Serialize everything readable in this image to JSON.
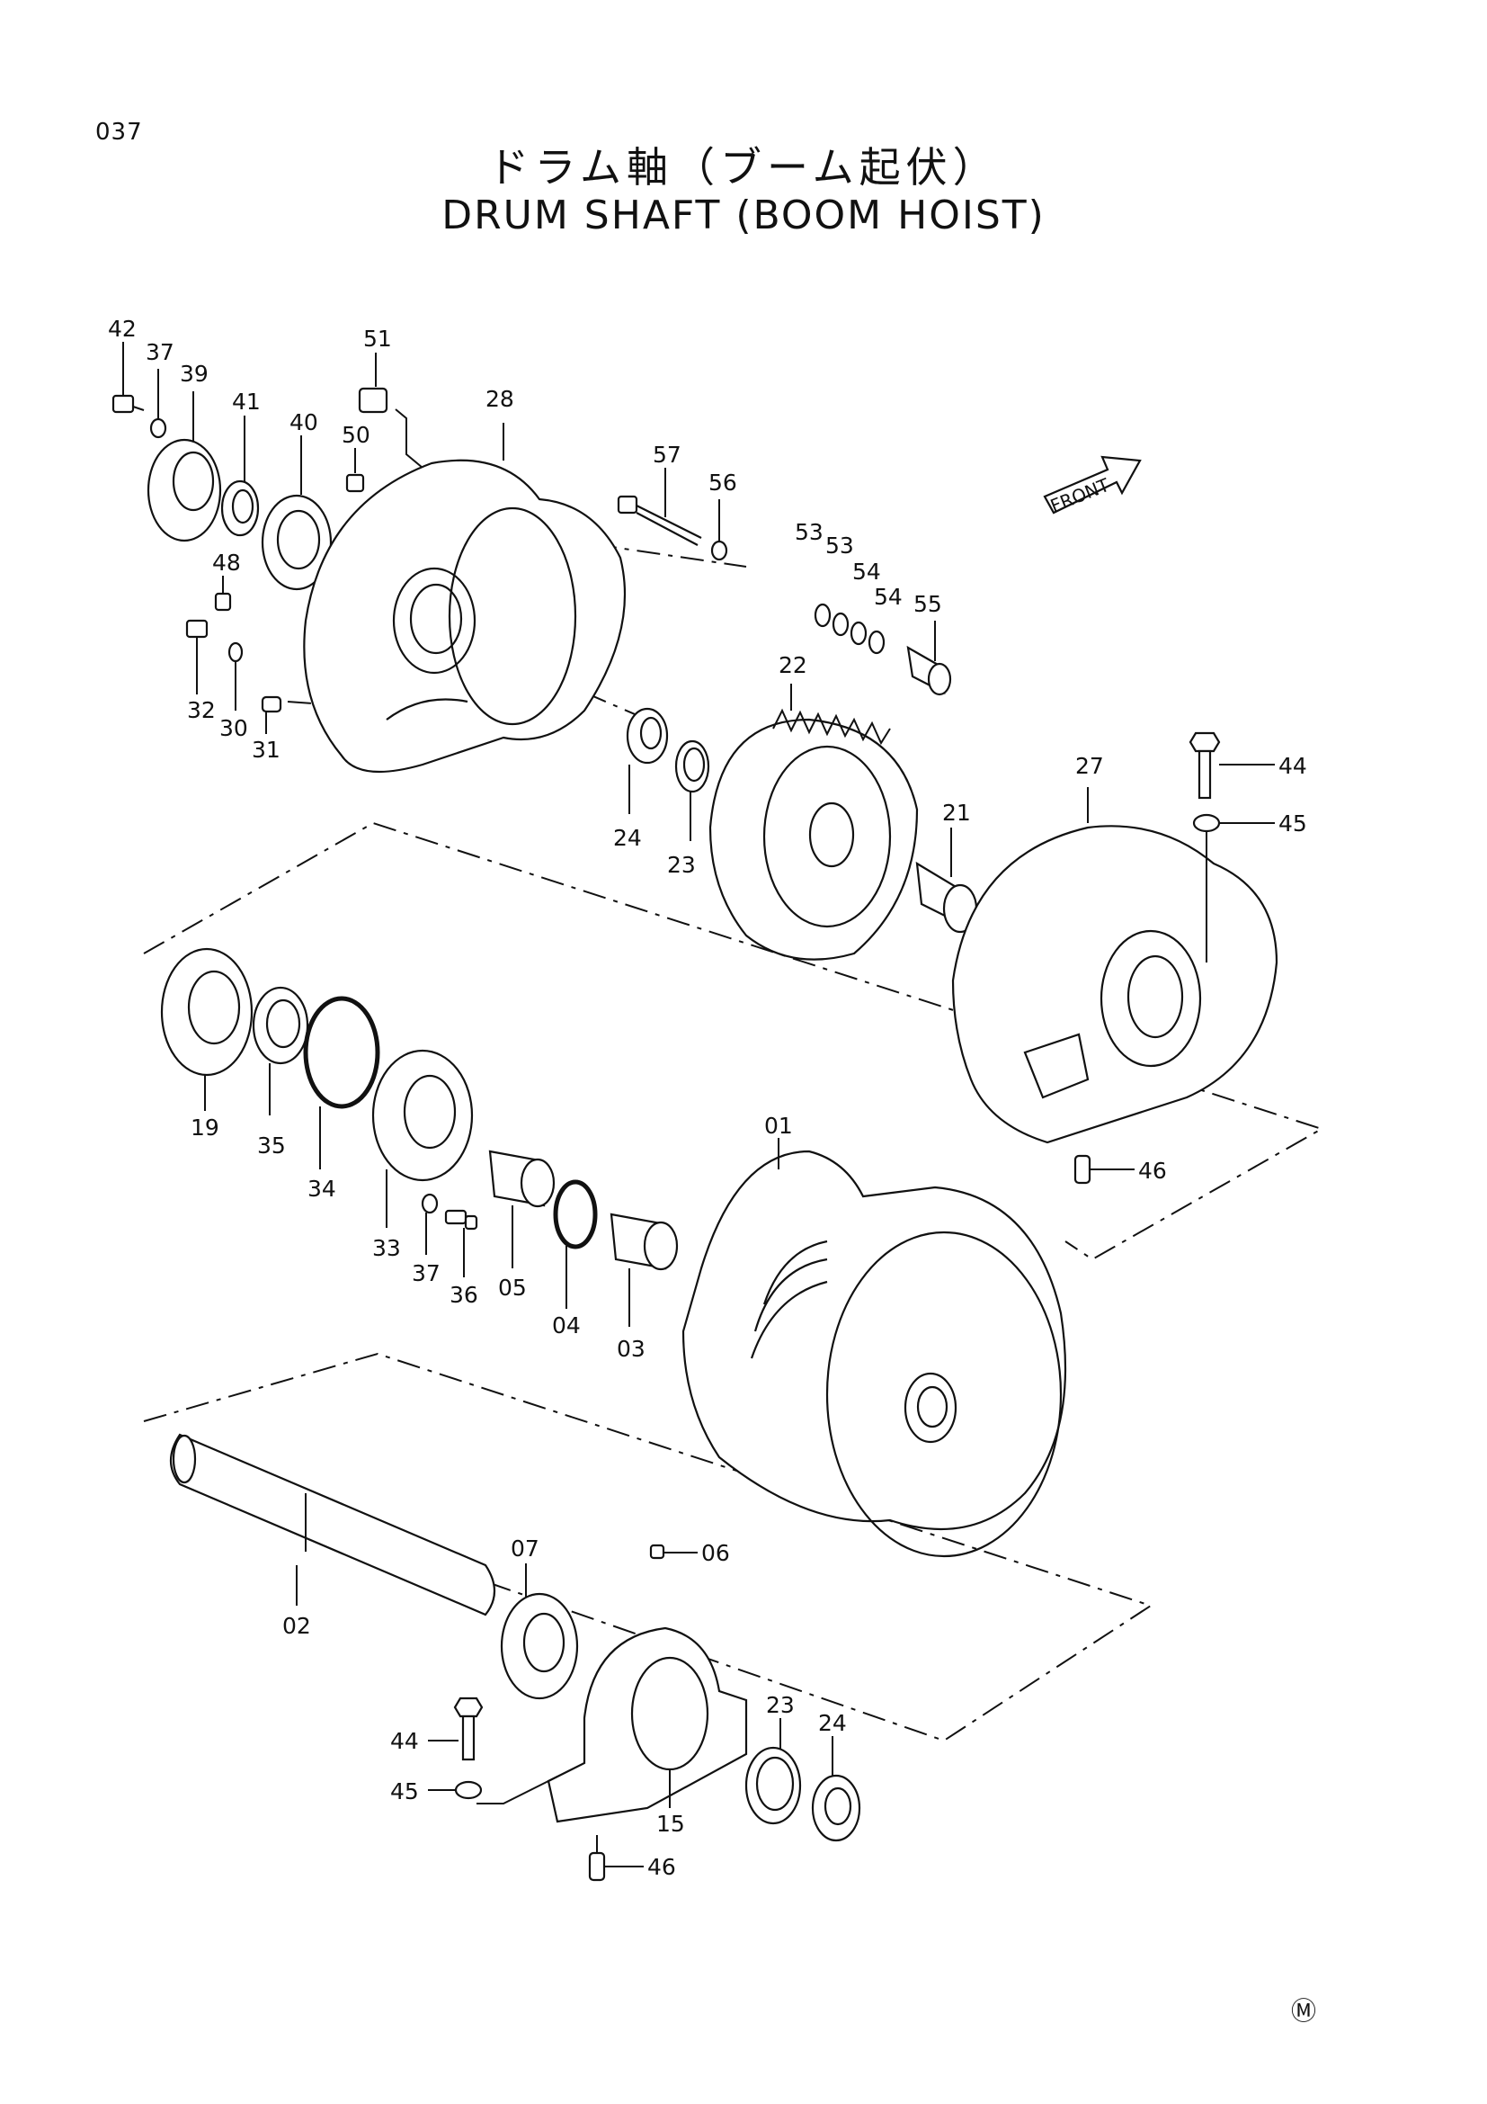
{
  "page_number": "037",
  "title_jp": "ドラム軸（ブーム起伏）",
  "title_en": "DRUM SHAFT (BOOM HOIST)",
  "front_label": "FRONT",
  "corner_mark": "Ⓜ",
  "callouts": {
    "c42": "42",
    "c37a": "37",
    "c39": "39",
    "c41": "41",
    "c40": "40",
    "c51": "51",
    "c50": "50",
    "c28": "28",
    "c57": "57",
    "c56": "56",
    "c53a": "53",
    "c53b": "53",
    "c54a": "54",
    "c54b": "54",
    "c55": "55",
    "c48": "48",
    "c32": "32",
    "c30": "30",
    "c31": "31",
    "c24a": "24",
    "c23a": "23",
    "c22": "22",
    "c21": "21",
    "c27": "27",
    "c44a": "44",
    "c45a": "45",
    "c46a": "46",
    "c19": "19",
    "c35": "35",
    "c34": "34",
    "c33": "33",
    "c37b": "37",
    "c36": "36",
    "c05": "05",
    "c04": "04",
    "c03": "03",
    "c01": "01",
    "c06": "06",
    "c02": "02",
    "c07": "07",
    "c44b": "44",
    "c45b": "45",
    "c15": "15",
    "c23b": "23",
    "c24b": "24",
    "c46b": "46"
  }
}
